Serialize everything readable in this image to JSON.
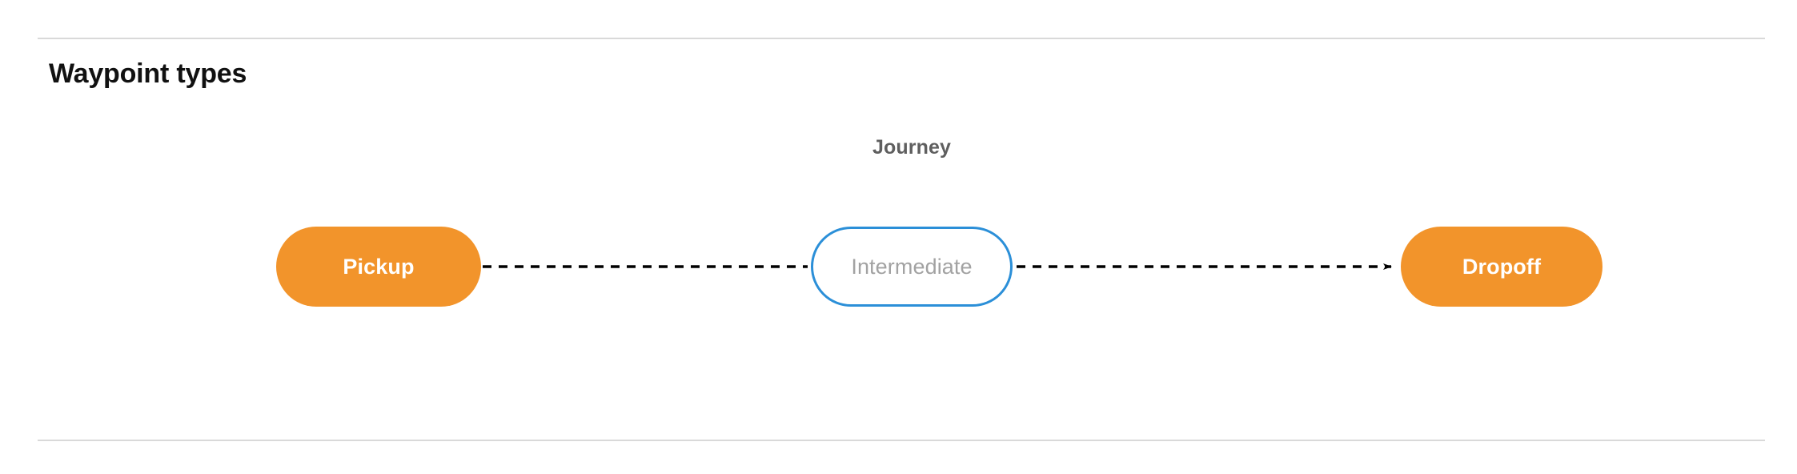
{
  "section": {
    "title": "Waypoint types"
  },
  "dividers": {
    "color": "#d9d9d9",
    "top_label": "top-divider",
    "bottom_label": "bottom-divider"
  },
  "diagram": {
    "cluster_label": "Journey",
    "colors": {
      "pickup_fill": "#f2942b",
      "dropoff_fill": "#f2942b",
      "intermediate_border": "#2b8fd8",
      "intermediate_fill": "#ffffff",
      "intermediate_text": "#a2a2a2",
      "node_text": "#ffffff",
      "edge": "#000000",
      "cluster_label_color": "#5f5f5f"
    },
    "nodes": [
      {
        "id": "pickup",
        "label": "Pickup",
        "type": "terminal"
      },
      {
        "id": "intermediate",
        "label": "Intermediate",
        "type": "optional"
      },
      {
        "id": "dropoff",
        "label": "Dropoff",
        "type": "terminal"
      }
    ],
    "edges": [
      {
        "from": "pickup",
        "to": "intermediate",
        "style": "dashed",
        "arrow": false
      },
      {
        "from": "intermediate",
        "to": "dropoff",
        "style": "dashed",
        "arrow": true
      }
    ]
  }
}
